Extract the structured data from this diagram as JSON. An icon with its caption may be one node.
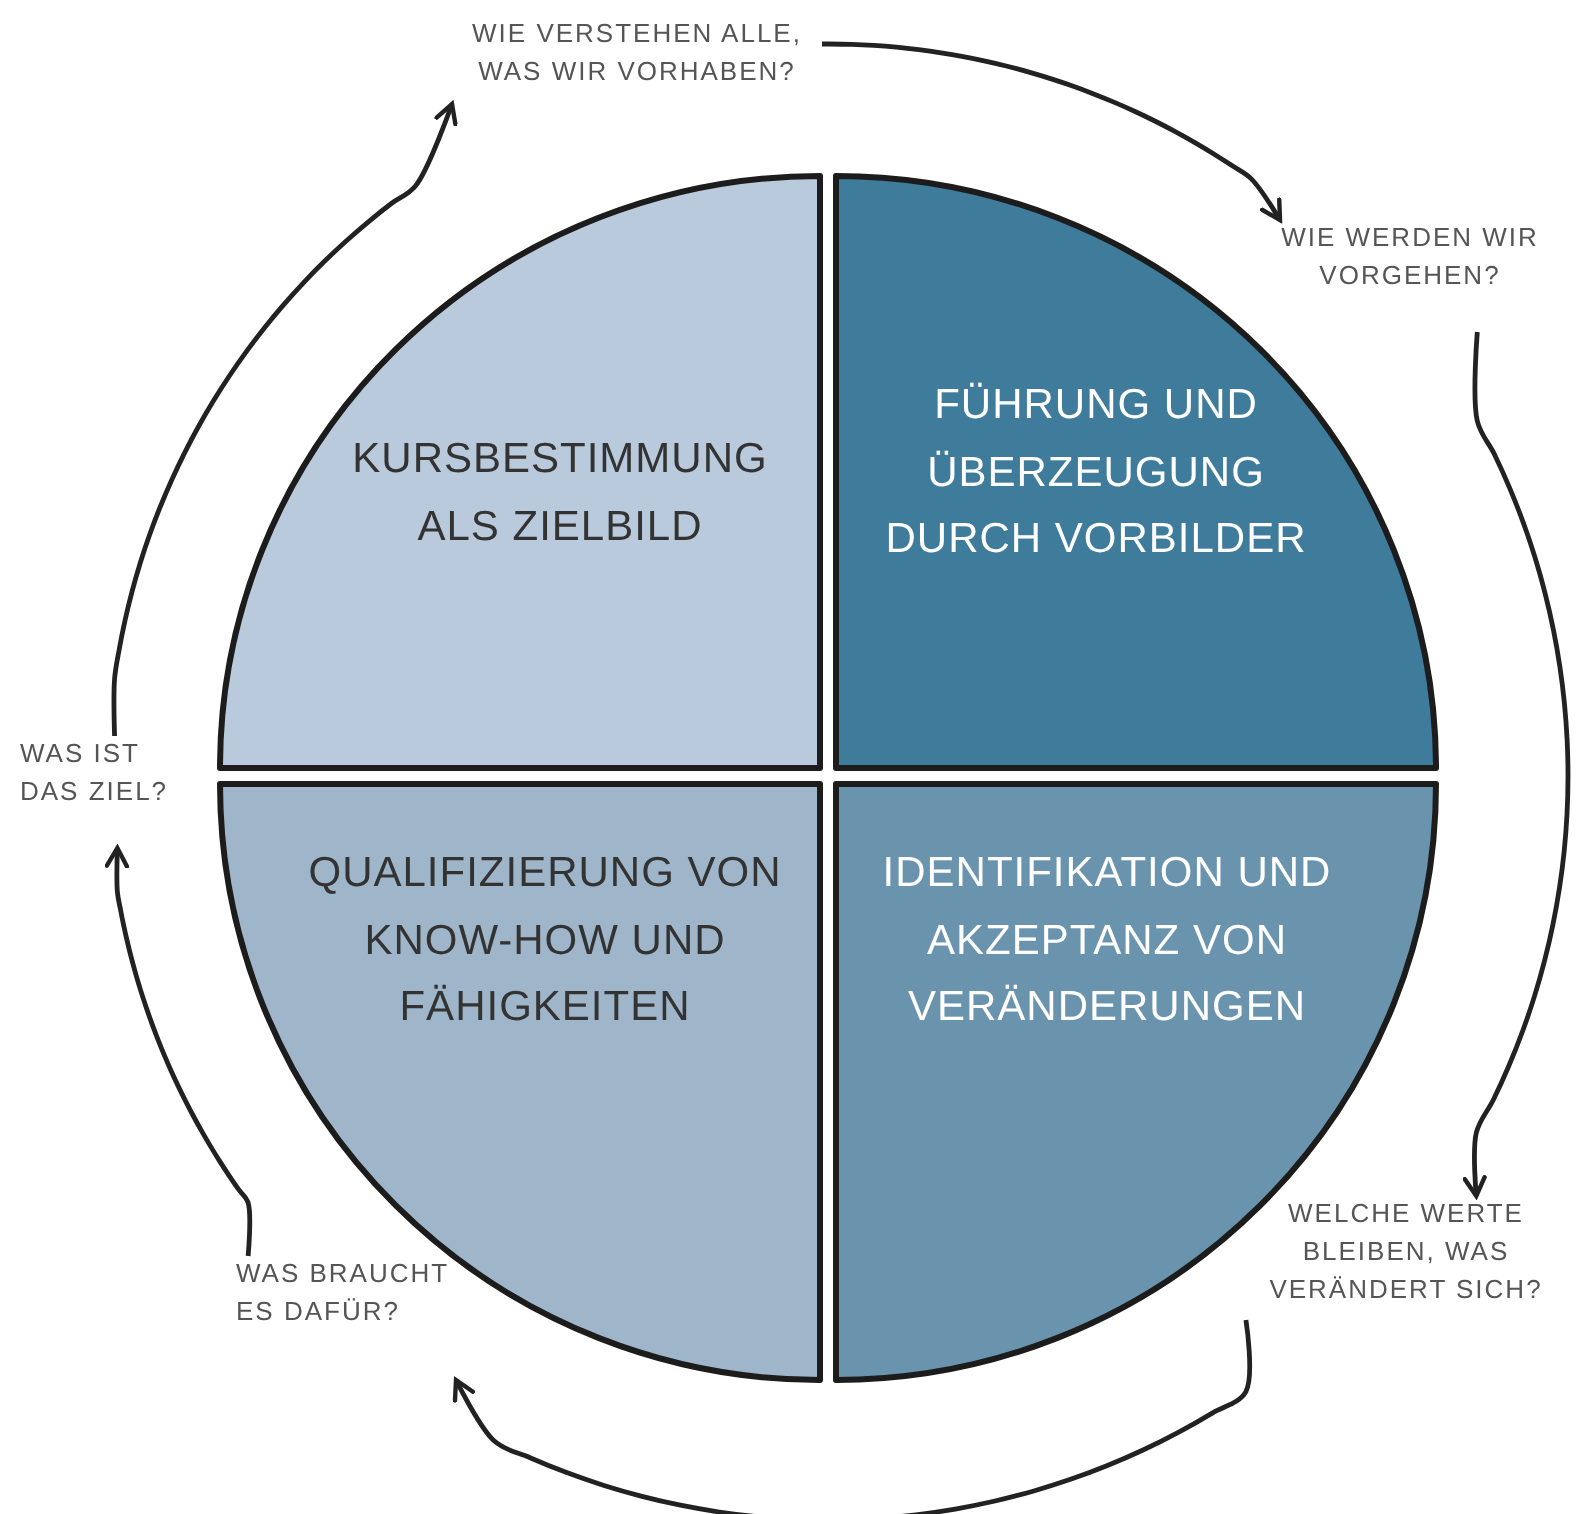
{
  "diagram": {
    "nodes": [
      {
        "text": [
          "KURSBESTIMMUNG ALS ZIELBILD"
        ]
      },
      {
        "text": [
          "FÜHRUNG UND ÜBERZEUGUNG DURCH VORBILDER"
        ]
      },
      {
        "text": [
          "QUALIFIZIERUNG VON KNOW-HOW UND FÄHIGKEITEN"
        ]
      },
      {
        "text": [
          "IDENTIFIKATION UND AKZEPTANZ VON VERÄNDERUNGEN"
        ]
      },
      {
        "text": [
          "WIE VERSTEHEN ALLE, WAS WIR VORHABEN?"
        ]
      },
      {
        "text": [
          "WIE WERDEN WIR VORGEHEN?"
        ]
      },
      {
        "text": [
          "WAS IST DAS ZIEL?"
        ]
      },
      {
        "text": [
          "WELCHE WERTE BLEIBEN, WAS VERÄNDERT SICH?"
        ]
      },
      {
        "text": [
          "WAS BRAUCHT ES DAFÜR?"
        ]
      }
    ],
    "edges": [
      {
        "from": 4,
        "to": 5,
        "arrow": "to"
      },
      {
        "from": 5,
        "to": 7,
        "arrow": "to"
      },
      {
        "from": 7,
        "to": 8,
        "arrow": "to"
      },
      {
        "from": 8,
        "to": 6,
        "arrow": "to"
      },
      {
        "from": 6,
        "to": 4,
        "arrow": "to"
      }
    ]
  }
}
